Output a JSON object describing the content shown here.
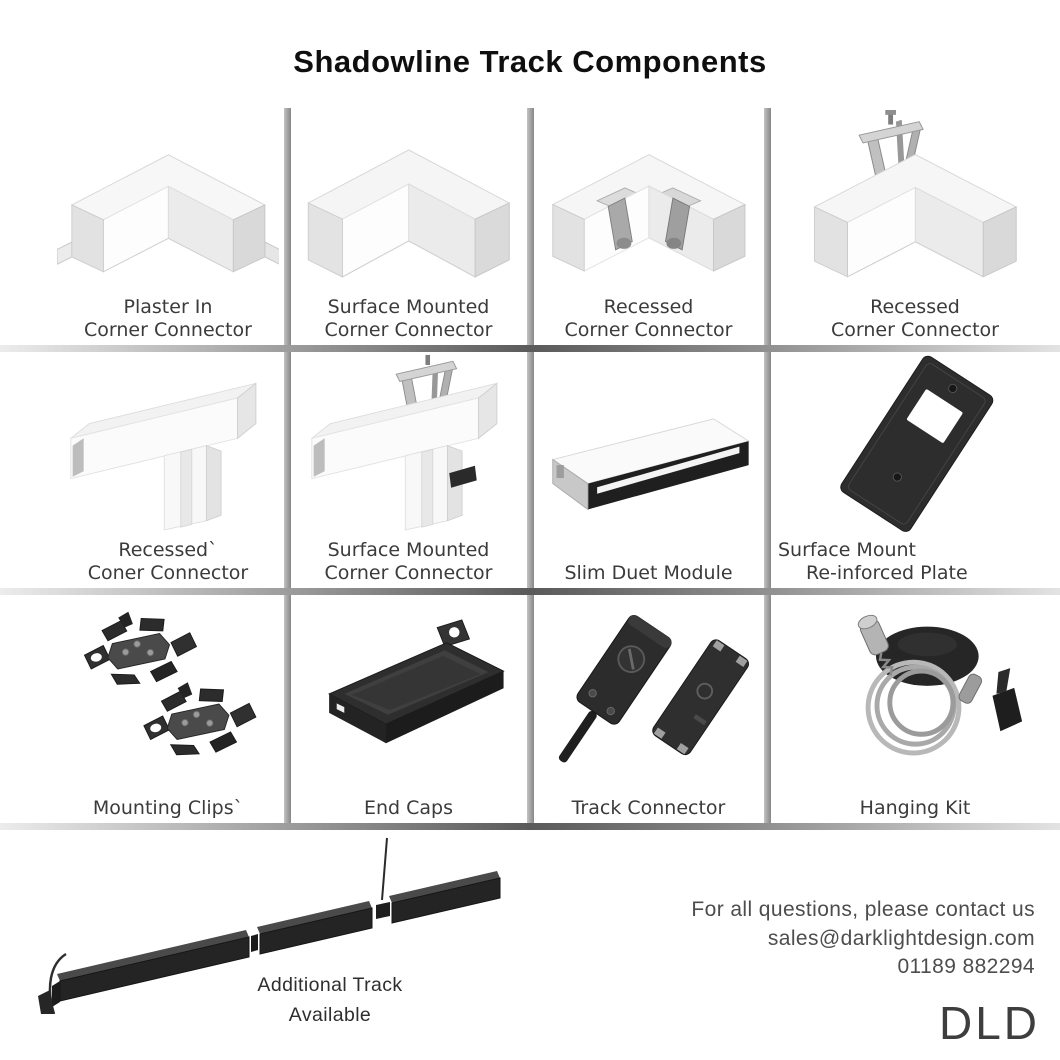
{
  "title": "Shadowline Track Components",
  "grid": {
    "cells": [
      {
        "name": "plaster-in-corner-connector",
        "label_lines": [
          "Plaster In",
          "Corner Connector"
        ]
      },
      {
        "name": "surface-mounted-corner-connector",
        "label_lines": [
          "Surface Mounted",
          "Corner Connector"
        ]
      },
      {
        "name": "recessed-corner-connector",
        "label_lines": [
          "Recessed",
          "Corner Connector"
        ]
      },
      {
        "name": "recessed-corner-connector-bracket",
        "label_lines": [
          "Recessed",
          "Corner Connector"
        ]
      },
      {
        "name": "recessed-coner-connector",
        "label_lines": [
          "Recessed`",
          "Coner Connector"
        ]
      },
      {
        "name": "surface-mounted-corner-connector-tee",
        "label_lines": [
          "Surface Mounted",
          "Corner Connector"
        ]
      },
      {
        "name": "slim-duet-module",
        "label_lines": [
          "Slim Duet Module"
        ]
      },
      {
        "name": "surface-mount-reinforced-plate",
        "label_lines": [
          "Surface Mount",
          "Re-inforced Plate"
        ]
      },
      {
        "name": "mounting-clips",
        "label_lines": [
          "Mounting Clips`"
        ]
      },
      {
        "name": "end-caps",
        "label_lines": [
          "End Caps"
        ]
      },
      {
        "name": "track-connector",
        "label_lines": [
          "Track Connector"
        ]
      },
      {
        "name": "hanging-kit",
        "label_lines": [
          "Hanging Kit"
        ]
      }
    ]
  },
  "footer": {
    "additional_track": {
      "line1": "Additional Track",
      "line2": "Available"
    },
    "contact": {
      "line1": "For all questions, please contact us",
      "line2": "sales@darklightdesign.com",
      "line3": "01189 882294"
    },
    "logo": "DLD"
  },
  "colors": {
    "background": "#ffffff",
    "title_text": "#0f0f0f",
    "label_text": "#3b3b3b",
    "contact_text": "#4d4d4d",
    "divider_dark": "#5a5a5a",
    "divider_light": "#e3e3e3",
    "product_dark": "#2c2c2c",
    "product_white": "#f7f7f7"
  }
}
